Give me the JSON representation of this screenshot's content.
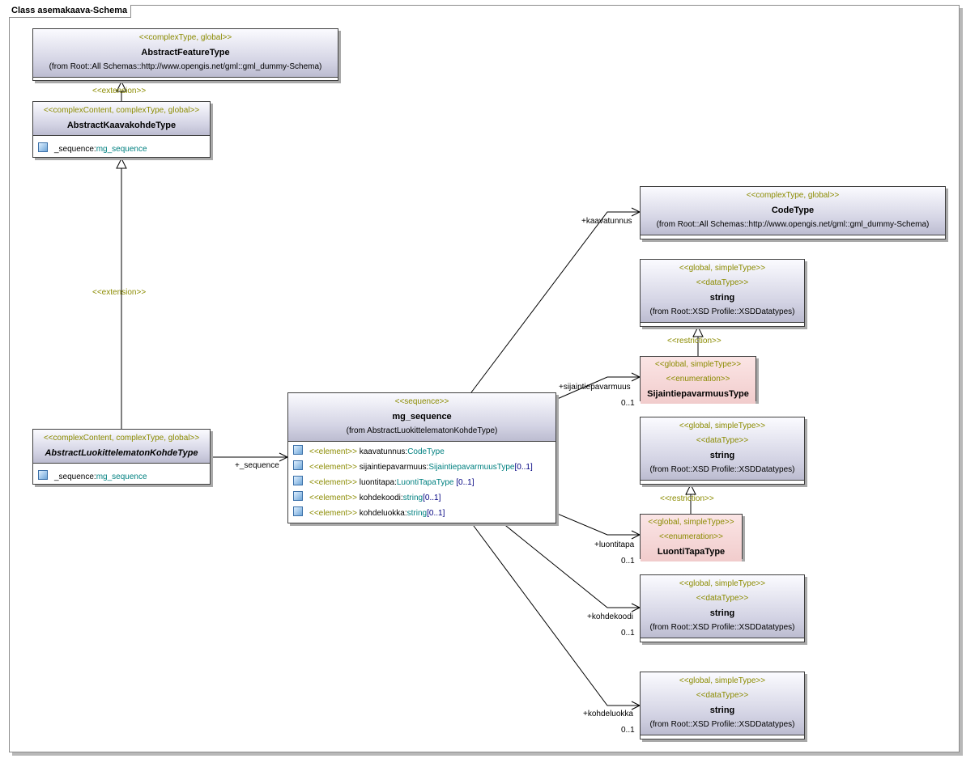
{
  "frame": {
    "title": "Class asemakaava-Schema"
  },
  "classes": {
    "abstract_feature_type": {
      "stereotype": "<<complexType, global>>",
      "name": "AbstractFeatureType",
      "from": "(from Root::All Schemas::http://www.opengis.net/gml::gml_dummy-Schema)"
    },
    "abstract_kaavakohde_type": {
      "stereotype": "<<complexContent, complexType, global>>",
      "name": "AbstractKaavakohdeType",
      "attributes": [
        {
          "name": "_sequence:",
          "type": "mg_sequence"
        }
      ]
    },
    "abstract_luokittelematon": {
      "stereotype": "<<complexContent, complexType, global>>",
      "name": "AbstractLuokittelematonKohdeType",
      "attributes": [
        {
          "name": "_sequence:",
          "type": "mg_sequence"
        }
      ]
    },
    "mg_sequence": {
      "stereotype": "<<sequence>>",
      "name": "mg_sequence",
      "from": "(from AbstractLuokittelematonKohdeType)",
      "attributes": [
        {
          "stereo": "<<element>>",
          "name": " kaavatunnus:",
          "type": "CodeType",
          "mult": ""
        },
        {
          "stereo": "<<element>>",
          "name": " sijaintiepavarmuus:",
          "type": "SijaintiepavarmuusType",
          "mult": "[0..1]"
        },
        {
          "stereo": "<<element>>",
          "name": " luontitapa:",
          "type": "LuontiTapaType",
          "mult": " [0..1]"
        },
        {
          "stereo": "<<element>>",
          "name": " kohdekoodi:",
          "type": "string",
          "mult": "[0..1]"
        },
        {
          "stereo": "<<element>>",
          "name": " kohdeluokka:",
          "type": "string",
          "mult": "[0..1]"
        }
      ]
    },
    "code_type": {
      "stereotype": "<<complexType, global>>",
      "name": "CodeType",
      "from": "(from Root::All Schemas::http://www.opengis.net/gml::gml_dummy-Schema)"
    },
    "string_1": {
      "stereotype": "<<global, simpleType>>",
      "stereotype2": "<<dataType>>",
      "name": "string",
      "from": "(from Root::XSD Profile::XSDDatatypes)"
    },
    "sijainti_type": {
      "stereotype": "<<global, simpleType>>",
      "stereotype2": "<<enumeration>>",
      "name": "SijaintiepavarmuusType"
    },
    "string_2": {
      "stereotype": "<<global, simpleType>>",
      "stereotype2": "<<dataType>>",
      "name": "string",
      "from": "(from Root::XSD Profile::XSDDatatypes)"
    },
    "luontitapa_type": {
      "stereotype": "<<global, simpleType>>",
      "stereotype2": "<<enumeration>>",
      "name": "LuontiTapaType"
    },
    "string_3": {
      "stereotype": "<<global, simpleType>>",
      "stereotype2": "<<dataType>>",
      "name": "string",
      "from": "(from Root::XSD Profile::XSDDatatypes)"
    },
    "string_4": {
      "stereotype": "<<global, simpleType>>",
      "stereotype2": "<<dataType>>",
      "name": "string",
      "from": "(from Root::XSD Profile::XSDDatatypes)"
    }
  },
  "relations": {
    "extension_1": "<<extension>>",
    "extension_2": "<<extension>>",
    "restriction_1": "<<restriction>>",
    "restriction_2": "<<restriction>>",
    "sequence_role": "+_sequence",
    "kaavatunnus_role": "+kaavatunnus",
    "sijainti_role": "+sijaintiepavarmuus",
    "sijainti_mult": "0..1",
    "luontitapa_role": "+luontitapa",
    "luontitapa_mult": "0..1",
    "kohdekoodi_role": "+kohdekoodi",
    "kohdekoodi_mult": "0..1",
    "kohdeluokka_role": "+kohdeluokka",
    "kohdeluokka_mult": "0..1"
  }
}
